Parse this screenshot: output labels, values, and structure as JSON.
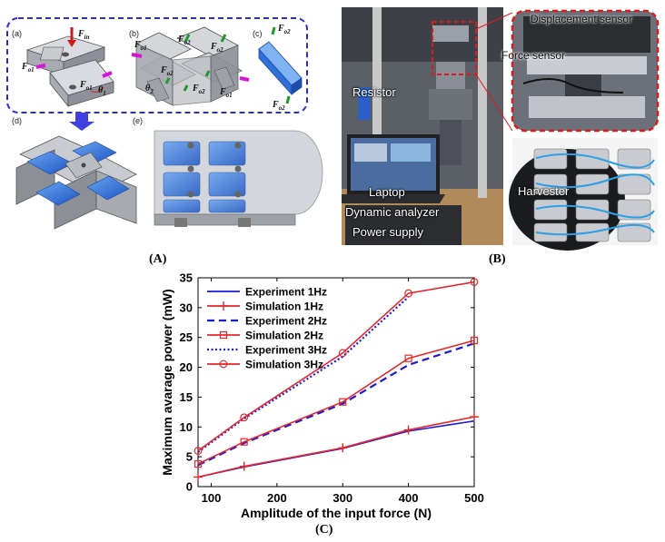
{
  "panel_a": {
    "sub_labels": [
      "(a)",
      "(b)",
      "(c)",
      "(d)",
      "(e)"
    ],
    "force_labels": {
      "fin": "F",
      "fin_sub": "in",
      "fo1": "F",
      "fo1_sub": "o1",
      "theta1": "θ",
      "theta1_sub": "1",
      "fo1b": "F",
      "fo1b_sub": "o1",
      "fo2a": "F",
      "fo2a_sub": "o2",
      "fo2b": "F",
      "fo2b_sub": "o2",
      "fo2c": "F",
      "fo2c_sub": "o2",
      "fo2d": "F",
      "fo2d_sub": "o2",
      "fo1c": "F",
      "fo1c_sub": "o1",
      "theta2": "θ",
      "theta2_sub": "2",
      "fo2e": "F",
      "fo2e_sub": "o2",
      "fo2f": "F",
      "fo2f_sub": "o2"
    },
    "caption": "(A)"
  },
  "panel_b": {
    "labels": {
      "displacement": "Displacement sensor",
      "force": "Force sensor",
      "resistor": "Resistor",
      "laptop": "Laptop",
      "analyzer": "Dynamic analyzer",
      "power": "Power supply",
      "harvester": "Harvester"
    },
    "caption": "(B)"
  },
  "caption_c": "(C)",
  "chart_data": {
    "type": "line",
    "xlabel": "Amplitude of the input force (N)",
    "ylabel": "Maximum avarage power (mW)",
    "xlim": [
      80,
      500
    ],
    "ylim": [
      0,
      35
    ],
    "xticks": [
      100,
      200,
      300,
      400,
      500
    ],
    "yticks": [
      0,
      5,
      10,
      15,
      20,
      25,
      30,
      35
    ],
    "grid": false,
    "legend_position": "top-left",
    "series": [
      {
        "name": "Experiment 1Hz",
        "style": "solid",
        "marker": "none",
        "color": "#1a1adb",
        "x": [
          80,
          150,
          300,
          400,
          500
        ],
        "y": [
          1.6,
          3.3,
          6.4,
          9.3,
          11.0
        ]
      },
      {
        "name": "Simulation 1Hz",
        "style": "solid",
        "marker": "plus",
        "color": "#e8262a",
        "x": [
          80,
          150,
          300,
          400,
          500
        ],
        "y": [
          1.6,
          3.4,
          6.5,
          9.5,
          11.7
        ]
      },
      {
        "name": "Experiment 2Hz",
        "style": "dashed",
        "marker": "none",
        "color": "#1a1adb",
        "x": [
          80,
          150,
          300,
          400,
          500
        ],
        "y": [
          3.6,
          7.3,
          13.9,
          20.4,
          24.0
        ]
      },
      {
        "name": "Simulation 2Hz",
        "style": "solid",
        "marker": "square",
        "color": "#e8262a",
        "x": [
          80,
          150,
          300,
          400,
          500
        ],
        "y": [
          3.8,
          7.5,
          14.2,
          21.5,
          24.5
        ]
      },
      {
        "name": "Experiment 3Hz",
        "style": "dotted",
        "marker": "none",
        "color": "#1a1adb",
        "x": [
          80,
          150,
          300,
          400
        ],
        "y": [
          5.8,
          11.4,
          21.8,
          31.8
        ]
      },
      {
        "name": "Simulation 3Hz",
        "style": "solid",
        "marker": "circle",
        "color": "#e8262a",
        "x": [
          80,
          150,
          300,
          400,
          500
        ],
        "y": [
          6.0,
          11.6,
          22.4,
          32.4,
          34.3
        ]
      }
    ]
  }
}
